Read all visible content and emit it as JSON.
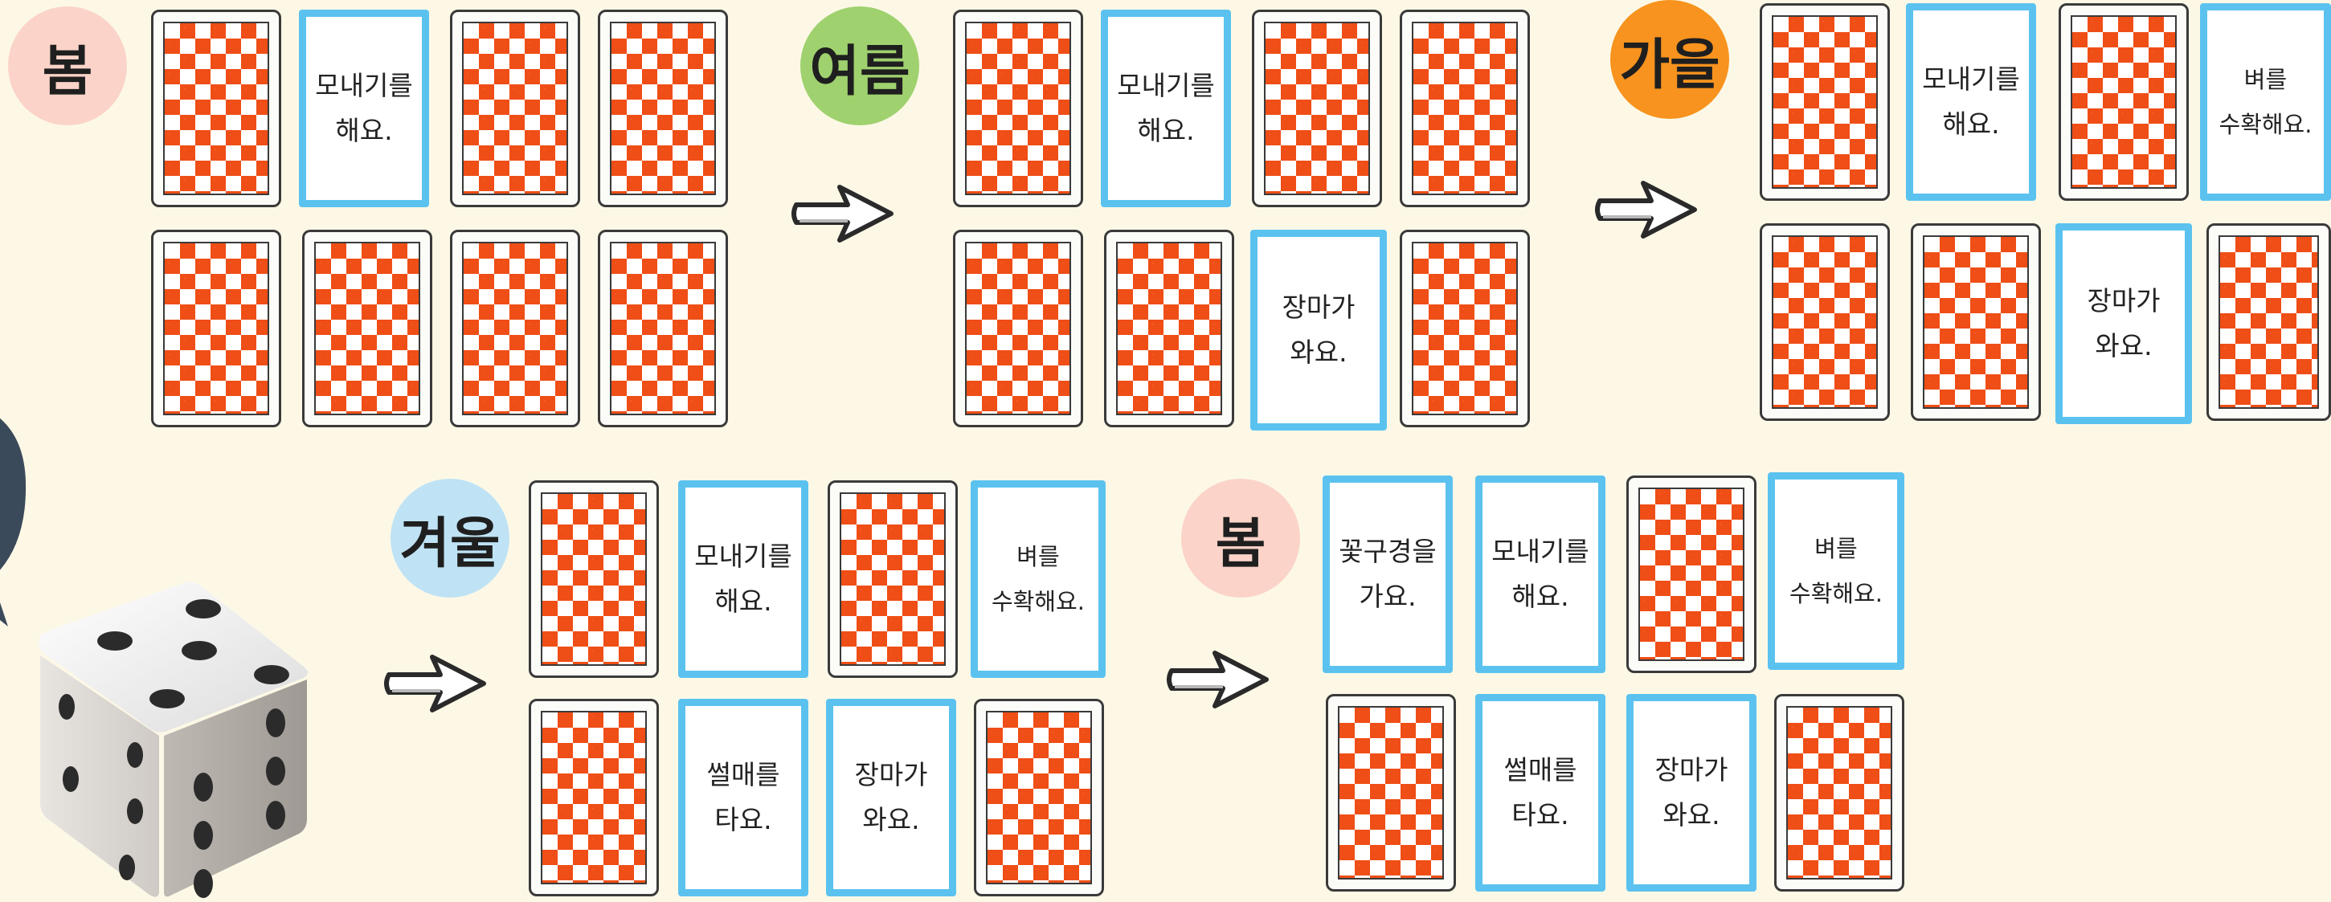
{
  "seasons": {
    "spring1": "봄",
    "summer": "여름",
    "autumn": "가을",
    "winter": "겨울",
    "spring2": "봄"
  },
  "colors": {
    "spring": "#fbd3c8",
    "summer": "#9fd16e",
    "autumn": "#f7931e",
    "winter": "#bfe3f5",
    "card_border": "#5bc2ef",
    "card_back_red": "#ef4e16",
    "background": "#fdf8e6"
  },
  "cards": {
    "plant_rice": "모내기를\n해요.",
    "rainy_season": "장마가\n와요.",
    "harvest_rice": "벼를\n수확해요.",
    "sledding": "썰매를\n타요.",
    "flower_viewing": "꽃구경을\n가요."
  },
  "icons": {
    "dice": "dice-icon",
    "arrow": "arrow-right-icon",
    "card_back": "checker-card-back"
  }
}
